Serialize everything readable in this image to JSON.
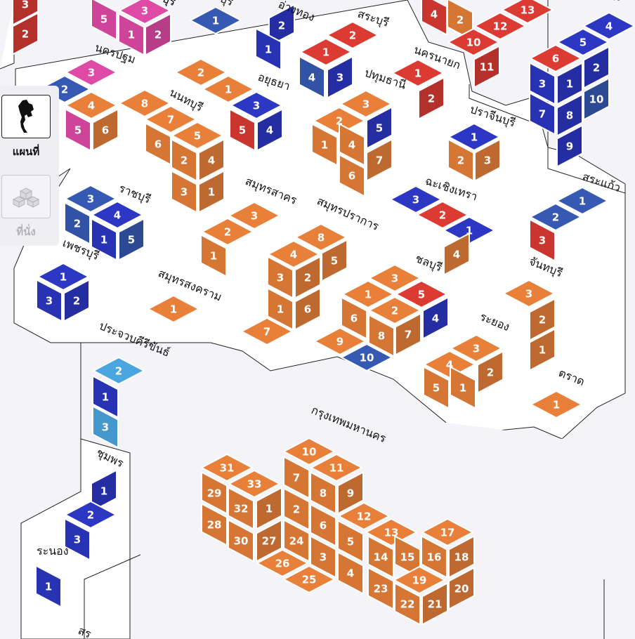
{
  "colors": {
    "orange": "#e8803a",
    "magenta": "#df4aa6",
    "red": "#dc3b33",
    "blue": "#2c37c4",
    "steel_blue": "#3659b3",
    "sky_blue": "#4ba5de",
    "region_fill": "#ffffff",
    "background": "#f4f4f8"
  },
  "sidebar": {
    "map_label": "แผนที่",
    "seat_label": "ที่นั่ง",
    "map_icon": "thailand-map-icon",
    "seat_icon": "cubes-icon"
  },
  "provinces": [
    {
      "name": "นครปฐม",
      "seats": [
        {
          "n": "3",
          "c": "magenta"
        },
        {
          "n": "2",
          "c": "steel_blue"
        },
        {
          "n": "4",
          "c": "orange"
        },
        {
          "n": "5",
          "c": "magenta"
        },
        {
          "n": "6",
          "c": "orange"
        }
      ]
    },
    {
      "name": "นนทบุรี",
      "seats": [
        {
          "n": "8",
          "c": "orange"
        },
        {
          "n": "7",
          "c": "orange"
        },
        {
          "n": "5",
          "c": "orange"
        },
        {
          "n": "6",
          "c": "orange"
        },
        {
          "n": "2",
          "c": "orange"
        },
        {
          "n": "4",
          "c": "orange"
        },
        {
          "n": "3",
          "c": "orange"
        },
        {
          "n": "1",
          "c": "orange"
        }
      ]
    },
    {
      "name": "อยุธยา",
      "seats": [
        {
          "n": "2",
          "c": "orange"
        },
        {
          "n": "1",
          "c": "orange"
        },
        {
          "n": "3",
          "c": "blue"
        },
        {
          "n": "5",
          "c": "red"
        },
        {
          "n": "4",
          "c": "blue"
        }
      ]
    },
    {
      "name": "อ่างทอง",
      "seats": [
        {
          "n": "2",
          "c": "blue"
        },
        {
          "n": "1",
          "c": "blue"
        }
      ]
    },
    {
      "name": "สระบุรี",
      "seats": [
        {
          "n": "2",
          "c": "red"
        },
        {
          "n": "1",
          "c": "red"
        },
        {
          "n": "4",
          "c": "steel_blue"
        },
        {
          "n": "3",
          "c": "blue"
        }
      ]
    },
    {
      "name": "ปทุมธานี",
      "seats": [
        {
          "n": "3",
          "c": "orange"
        },
        {
          "n": "2",
          "c": "orange"
        },
        {
          "n": "5",
          "c": "blue"
        },
        {
          "n": "1",
          "c": "orange"
        },
        {
          "n": "4",
          "c": "orange"
        },
        {
          "n": "6",
          "c": "orange"
        },
        {
          "n": "7",
          "c": "orange"
        }
      ]
    },
    {
      "name": "นครนายก",
      "seats": [
        {
          "n": "1",
          "c": "red"
        },
        {
          "n": "2",
          "c": "red"
        }
      ]
    },
    {
      "name": "ปราจีนบุรี",
      "seats": [
        {
          "n": "1",
          "c": "blue"
        },
        {
          "n": "2",
          "c": "orange"
        },
        {
          "n": "3",
          "c": "orange"
        }
      ]
    },
    {
      "name": "สระแก้ว",
      "seats": [
        {
          "n": "1",
          "c": "steel_blue"
        },
        {
          "n": "2",
          "c": "steel_blue"
        },
        {
          "n": "3",
          "c": "red"
        }
      ]
    },
    {
      "name": "ฉะเชิงเทรา",
      "seats": [
        {
          "n": "3",
          "c": "blue"
        },
        {
          "n": "2",
          "c": "red"
        },
        {
          "n": "1",
          "c": "blue"
        },
        {
          "n": "4",
          "c": "orange"
        }
      ]
    },
    {
      "name": "ราชบุรี",
      "seats": [
        {
          "n": "3",
          "c": "steel_blue"
        },
        {
          "n": "4",
          "c": "blue"
        },
        {
          "n": "2",
          "c": "steel_blue"
        },
        {
          "n": "1",
          "c": "blue"
        },
        {
          "n": "5",
          "c": "steel_blue"
        }
      ]
    },
    {
      "name": "เพชรบุรี",
      "seats": [
        {
          "n": "1",
          "c": "blue"
        },
        {
          "n": "3",
          "c": "blue"
        },
        {
          "n": "2",
          "c": "blue"
        }
      ]
    },
    {
      "name": "สมุทรสาคร",
      "seats": [
        {
          "n": "3",
          "c": "orange"
        },
        {
          "n": "2",
          "c": "orange"
        },
        {
          "n": "1",
          "c": "orange"
        }
      ]
    },
    {
      "name": "สมุทรปราการ",
      "seats": [
        {
          "n": "8",
          "c": "orange"
        },
        {
          "n": "4",
          "c": "orange"
        },
        {
          "n": "5",
          "c": "orange"
        },
        {
          "n": "3",
          "c": "orange"
        },
        {
          "n": "2",
          "c": "orange"
        },
        {
          "n": "1",
          "c": "orange"
        },
        {
          "n": "6",
          "c": "orange"
        },
        {
          "n": "7",
          "c": "orange"
        }
      ]
    },
    {
      "name": "สมุทรสงคราม",
      "seats": [
        {
          "n": "1",
          "c": "orange"
        }
      ]
    },
    {
      "name": "ชลบุรี",
      "seats": [
        {
          "n": "3",
          "c": "orange"
        },
        {
          "n": "1",
          "c": "orange"
        },
        {
          "n": "5",
          "c": "red"
        },
        {
          "n": "2",
          "c": "orange"
        },
        {
          "n": "6",
          "c": "orange"
        },
        {
          "n": "8",
          "c": "orange"
        },
        {
          "n": "7",
          "c": "orange"
        },
        {
          "n": "4",
          "c": "blue"
        },
        {
          "n": "9",
          "c": "orange"
        },
        {
          "n": "10",
          "c": "steel_blue"
        }
      ]
    },
    {
      "name": "ระยอง",
      "seats": [
        {
          "n": "3",
          "c": "orange"
        },
        {
          "n": "4",
          "c": "orange"
        },
        {
          "n": "5",
          "c": "orange"
        },
        {
          "n": "1",
          "c": "orange"
        },
        {
          "n": "2",
          "c": "orange"
        }
      ]
    },
    {
      "name": "จันทบุรี",
      "seats": [
        {
          "n": "3",
          "c": "orange"
        },
        {
          "n": "2",
          "c": "orange"
        },
        {
          "n": "1",
          "c": "orange"
        }
      ]
    },
    {
      "name": "ตราด",
      "seats": [
        {
          "n": "1",
          "c": "orange"
        }
      ]
    },
    {
      "name": "ประจวบคีรีขันธ์",
      "seats": [
        {
          "n": "2",
          "c": "sky_blue"
        },
        {
          "n": "1",
          "c": "blue"
        },
        {
          "n": "3",
          "c": "sky_blue"
        }
      ]
    },
    {
      "name": "ชุมพร",
      "seats": [
        {
          "n": "1",
          "c": "blue"
        },
        {
          "n": "2",
          "c": "blue"
        },
        {
          "n": "3",
          "c": "blue"
        }
      ]
    },
    {
      "name": "ระนอง",
      "seats": [
        {
          "n": "1",
          "c": "blue"
        }
      ]
    },
    {
      "name": "กรุงเทพมหานคร",
      "seats": [
        {
          "n": "31",
          "c": "orange"
        },
        {
          "n": "29",
          "c": "orange"
        },
        {
          "n": "33",
          "c": "orange"
        },
        {
          "n": "32",
          "c": "orange"
        },
        {
          "n": "1",
          "c": "orange"
        },
        {
          "n": "28",
          "c": "orange"
        },
        {
          "n": "30",
          "c": "orange"
        },
        {
          "n": "27",
          "c": "orange"
        },
        {
          "n": "24",
          "c": "orange"
        },
        {
          "n": "26",
          "c": "orange"
        },
        {
          "n": "25",
          "c": "orange"
        },
        {
          "n": "10",
          "c": "orange"
        },
        {
          "n": "11",
          "c": "orange"
        },
        {
          "n": "7",
          "c": "orange"
        },
        {
          "n": "8",
          "c": "orange"
        },
        {
          "n": "9",
          "c": "orange"
        },
        {
          "n": "2",
          "c": "orange"
        },
        {
          "n": "6",
          "c": "orange"
        },
        {
          "n": "3",
          "c": "orange"
        },
        {
          "n": "4",
          "c": "orange"
        },
        {
          "n": "5",
          "c": "orange"
        },
        {
          "n": "12",
          "c": "orange"
        },
        {
          "n": "13",
          "c": "orange"
        },
        {
          "n": "14",
          "c": "orange"
        },
        {
          "n": "15",
          "c": "orange"
        },
        {
          "n": "17",
          "c": "orange"
        },
        {
          "n": "16",
          "c": "orange"
        },
        {
          "n": "18",
          "c": "orange"
        },
        {
          "n": "19",
          "c": "orange"
        },
        {
          "n": "23",
          "c": "orange"
        },
        {
          "n": "22",
          "c": "orange"
        },
        {
          "n": "21",
          "c": "orange"
        },
        {
          "n": "20",
          "c": "orange"
        }
      ]
    },
    {
      "name": "บุรี",
      "seats": [
        {
          "n": "3",
          "c": "red"
        },
        {
          "n": "2",
          "c": "red"
        }
      ]
    },
    {
      "name": "บุรี",
      "seats": [
        {
          "n": "5",
          "c": "magenta"
        },
        {
          "n": "3",
          "c": "magenta"
        },
        {
          "n": "1",
          "c": "magenta"
        },
        {
          "n": "2",
          "c": "magenta"
        }
      ]
    },
    {
      "name": "บุรี",
      "seats": [
        {
          "n": "1",
          "c": "steel_blue"
        }
      ]
    },
    {
      "name": "บุรี",
      "seats": [
        {
          "n": "4",
          "c": "red"
        },
        {
          "n": "2",
          "c": "orange"
        },
        {
          "n": "13",
          "c": "red"
        },
        {
          "n": "12",
          "c": "red"
        },
        {
          "n": "10",
          "c": "red"
        },
        {
          "n": "11",
          "c": "red"
        }
      ]
    },
    {
      "name": "บุรี",
      "seats": [
        {
          "n": "4",
          "c": "blue"
        },
        {
          "n": "5",
          "c": "blue"
        },
        {
          "n": "6",
          "c": "red"
        },
        {
          "n": "3",
          "c": "blue"
        },
        {
          "n": "1",
          "c": "blue"
        },
        {
          "n": "2",
          "c": "blue"
        },
        {
          "n": "10",
          "c": "steel_blue"
        },
        {
          "n": "7",
          "c": "blue"
        },
        {
          "n": "8",
          "c": "blue"
        },
        {
          "n": "9",
          "c": "blue"
        }
      ]
    },
    {
      "name": "สร",
      "seats": []
    }
  ]
}
